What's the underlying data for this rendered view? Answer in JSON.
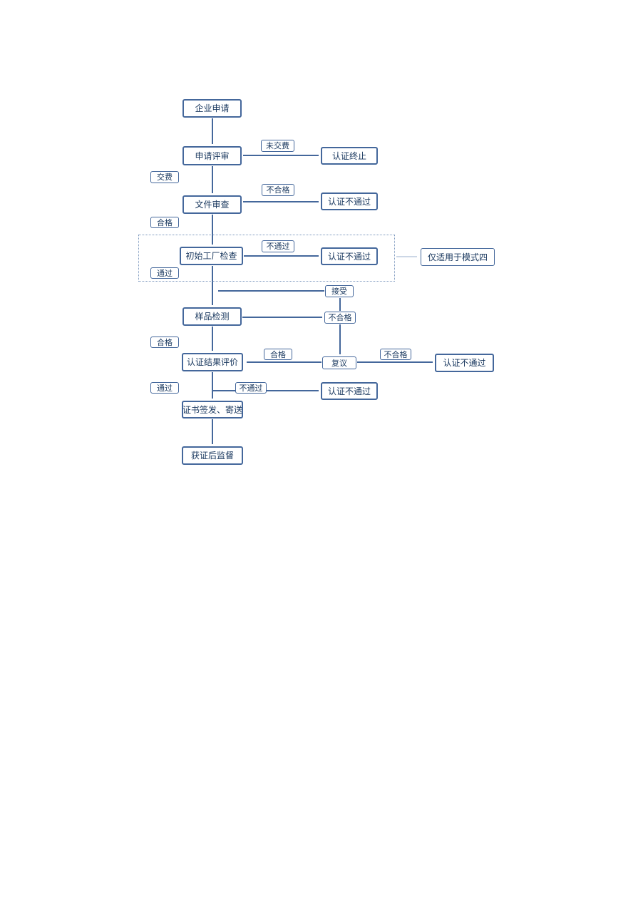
{
  "colors": {
    "box_border": "#44679b",
    "box_text": "#17365d",
    "arrow": "#44679b",
    "light_arrow": "#aebfd8",
    "dashed_region_border": "#7a96bd",
    "background": "#ffffff"
  },
  "flowchart": {
    "nodes": {
      "enterprise_application": "企业申请",
      "application_review": "申请评审",
      "certification_terminated": "认证终止",
      "document_review": "文件审查",
      "certification_failed_1": "认证不通过",
      "initial_factory_inspection": "初始工厂检查",
      "certification_failed_2": "认证不通过",
      "mode_four_note": "仅适用于模式四",
      "sample_testing": "样品检测",
      "certification_result_evaluation": "认证结果评价",
      "reconsideration": "复议",
      "certification_failed_3": "认证不通过",
      "certificate_issuance": "证书签发、寄送",
      "certification_failed_4": "认证不通过",
      "post_certification_supervision": "获证后监督"
    },
    "labels": {
      "not_paid": "未交费",
      "paid": "交费",
      "unqualified_1": "不合格",
      "qualified_1": "合格",
      "not_passed_1": "不通过",
      "passed_1": "通过",
      "accept": "接受",
      "unqualified_2": "不合格",
      "qualified_2": "合格",
      "qualified_3": "合格",
      "unqualified_3": "不合格",
      "passed_2": "通过",
      "not_passed_2": "不通过"
    }
  }
}
